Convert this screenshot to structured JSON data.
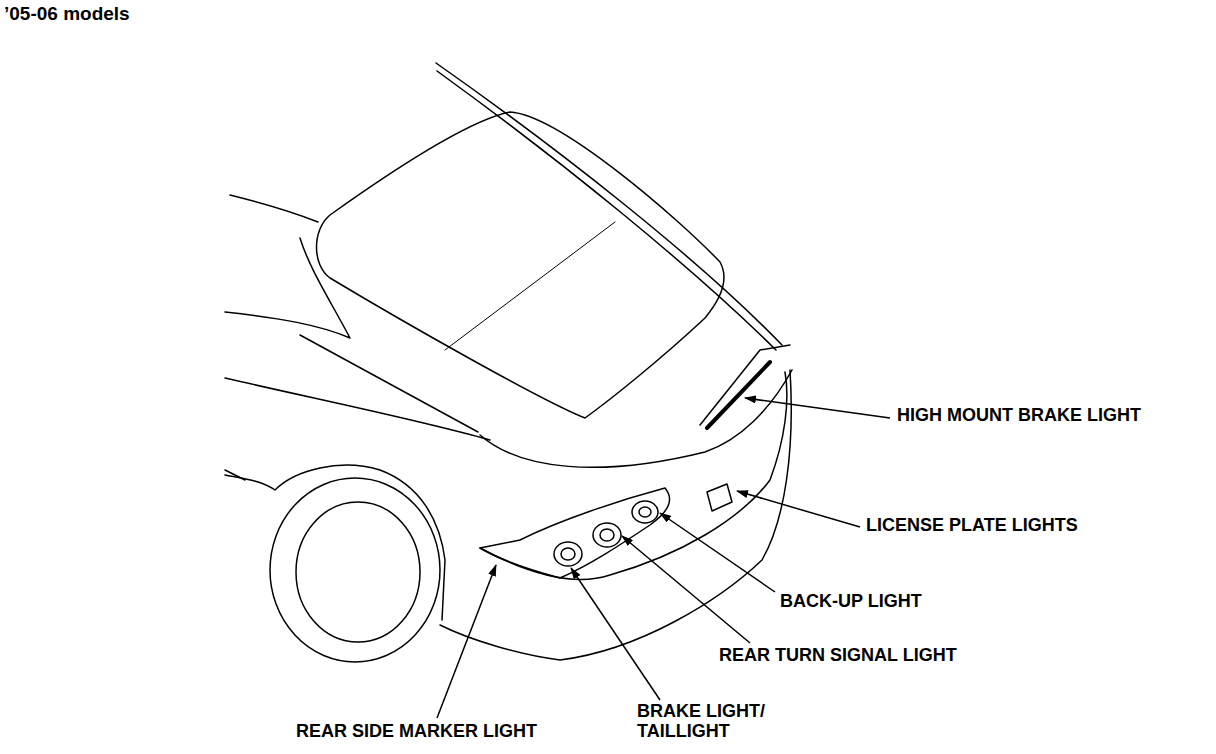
{
  "diagram": {
    "title": "’05-06 models",
    "labels": [
      "HIGH MOUNT BRAKE LIGHT",
      "LICENSE PLATE LIGHTS",
      "BACK-UP LIGHT",
      "REAR TURN SIGNAL LIGHT",
      "REAR SIDE MARKER LIGHT",
      "BRAKE LIGHT/ TAILLIGHT"
    ]
  }
}
